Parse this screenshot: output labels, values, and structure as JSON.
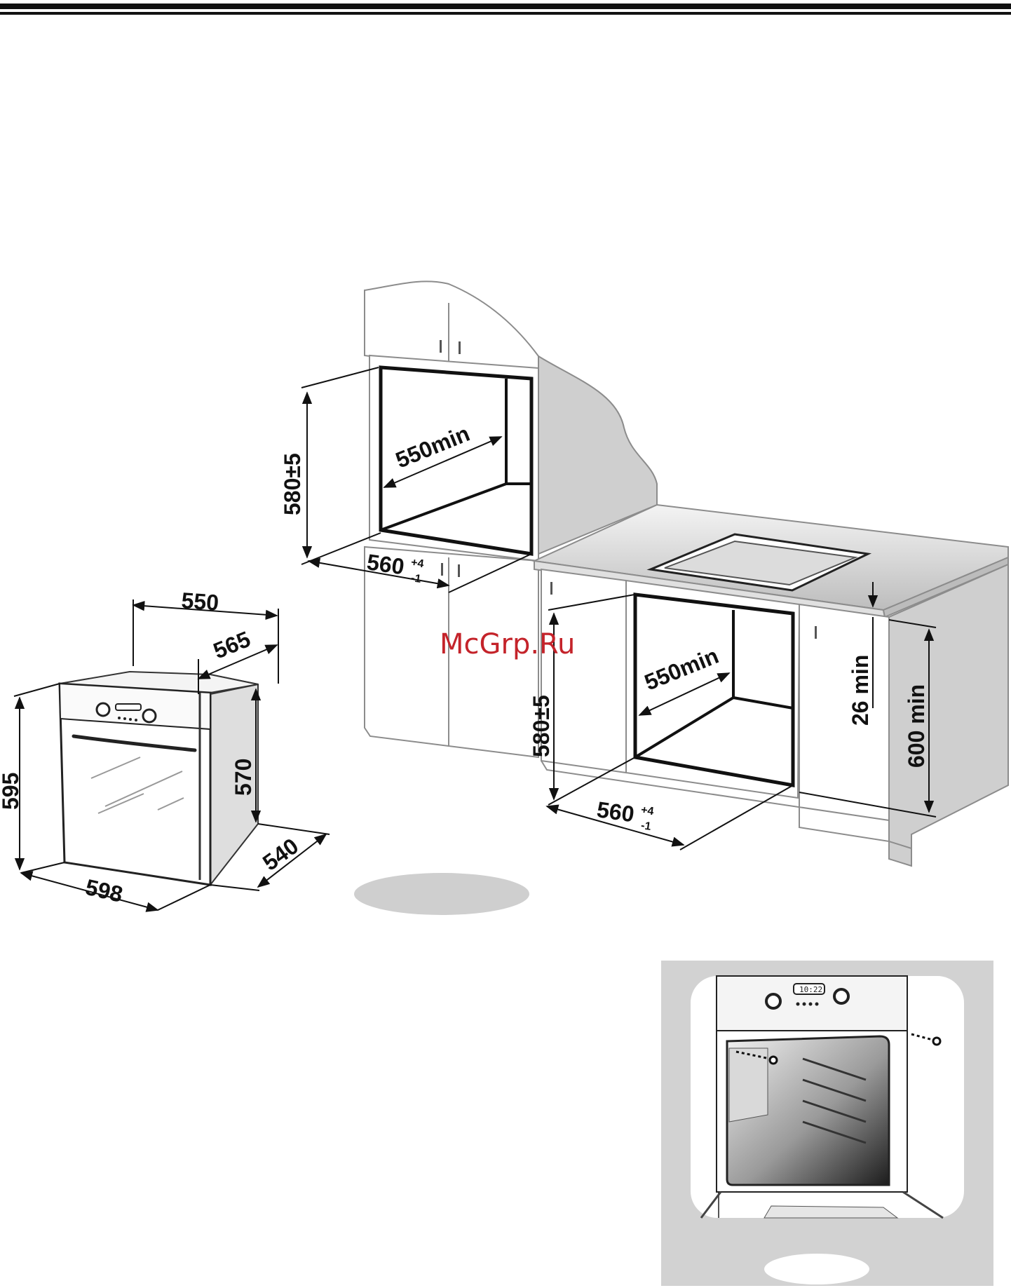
{
  "colors": {
    "background": "#ffffff",
    "line": "#222222",
    "cabinet_fill": "#ffffff",
    "cabinet_shade": "#cfcfcf",
    "callout_oval": "#cfcfcf",
    "inset_panel": "#d2d2d2",
    "watermark": "#c4232a"
  },
  "watermark": {
    "text": "McGrp.Ru"
  },
  "oven": {
    "width": "598",
    "height": "595",
    "depth_top": "550",
    "depth_panel": "565",
    "body_height": "570",
    "body_depth": "540"
  },
  "column_niche": {
    "height": "580±5",
    "depth": "550min",
    "width_base": "560",
    "width_tol_plus": "+4",
    "width_tol_minus": "-1"
  },
  "undercounter_niche": {
    "height": "580±5",
    "depth": "550min",
    "width_base": "560",
    "width_tol_plus": "+4",
    "width_tol_minus": "-1",
    "worktop_gap": "26 min",
    "cabinet_depth": "600 min"
  },
  "inset": {
    "display_time": "10:22"
  }
}
